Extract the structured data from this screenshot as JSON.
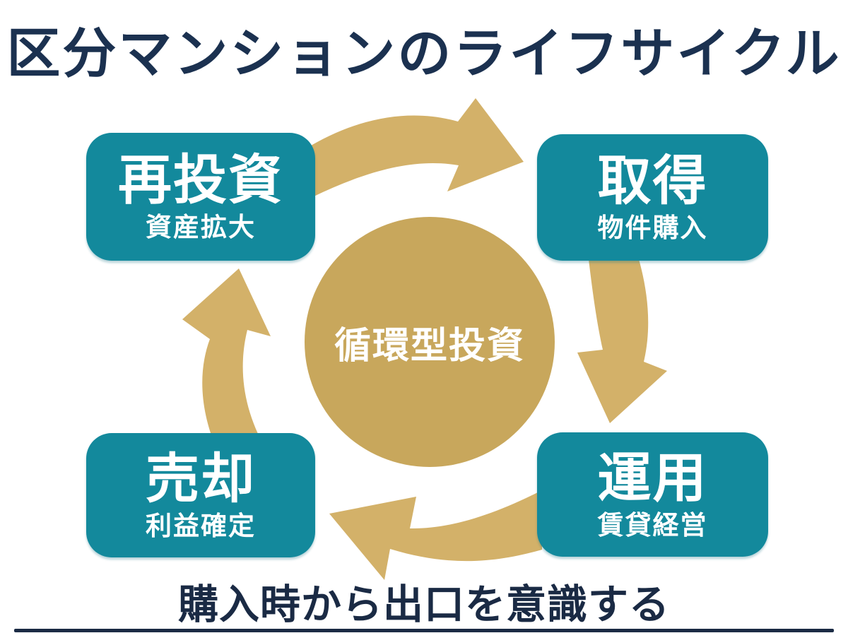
{
  "diagram": {
    "title": "区分マンションのライフサイクル",
    "center_label": "循環型投資",
    "footer": "購入時から出口を意識する"
  },
  "stages": [
    {
      "label": "再投資",
      "sublabel": "資産拡大",
      "position": "top-left"
    },
    {
      "label": "取得",
      "sublabel": "物件購入",
      "position": "top-right"
    },
    {
      "label": "運用",
      "sublabel": "賃貸経営",
      "position": "bottom-right"
    },
    {
      "label": "売却",
      "sublabel": "利益確定",
      "position": "bottom-left"
    }
  ],
  "icons": {
    "cycle_arrows": [
      "arrow-curve-right",
      "arrow-curve-down",
      "arrow-curve-left",
      "arrow-curve-up"
    ]
  },
  "colors": {
    "navy": "#1B3150",
    "footer_navy": "#1A2A44",
    "teal": "#13899C",
    "circle_gold": "#C8A75C",
    "arrow_gold": "#D3B169",
    "white": "#FFFFFF"
  }
}
